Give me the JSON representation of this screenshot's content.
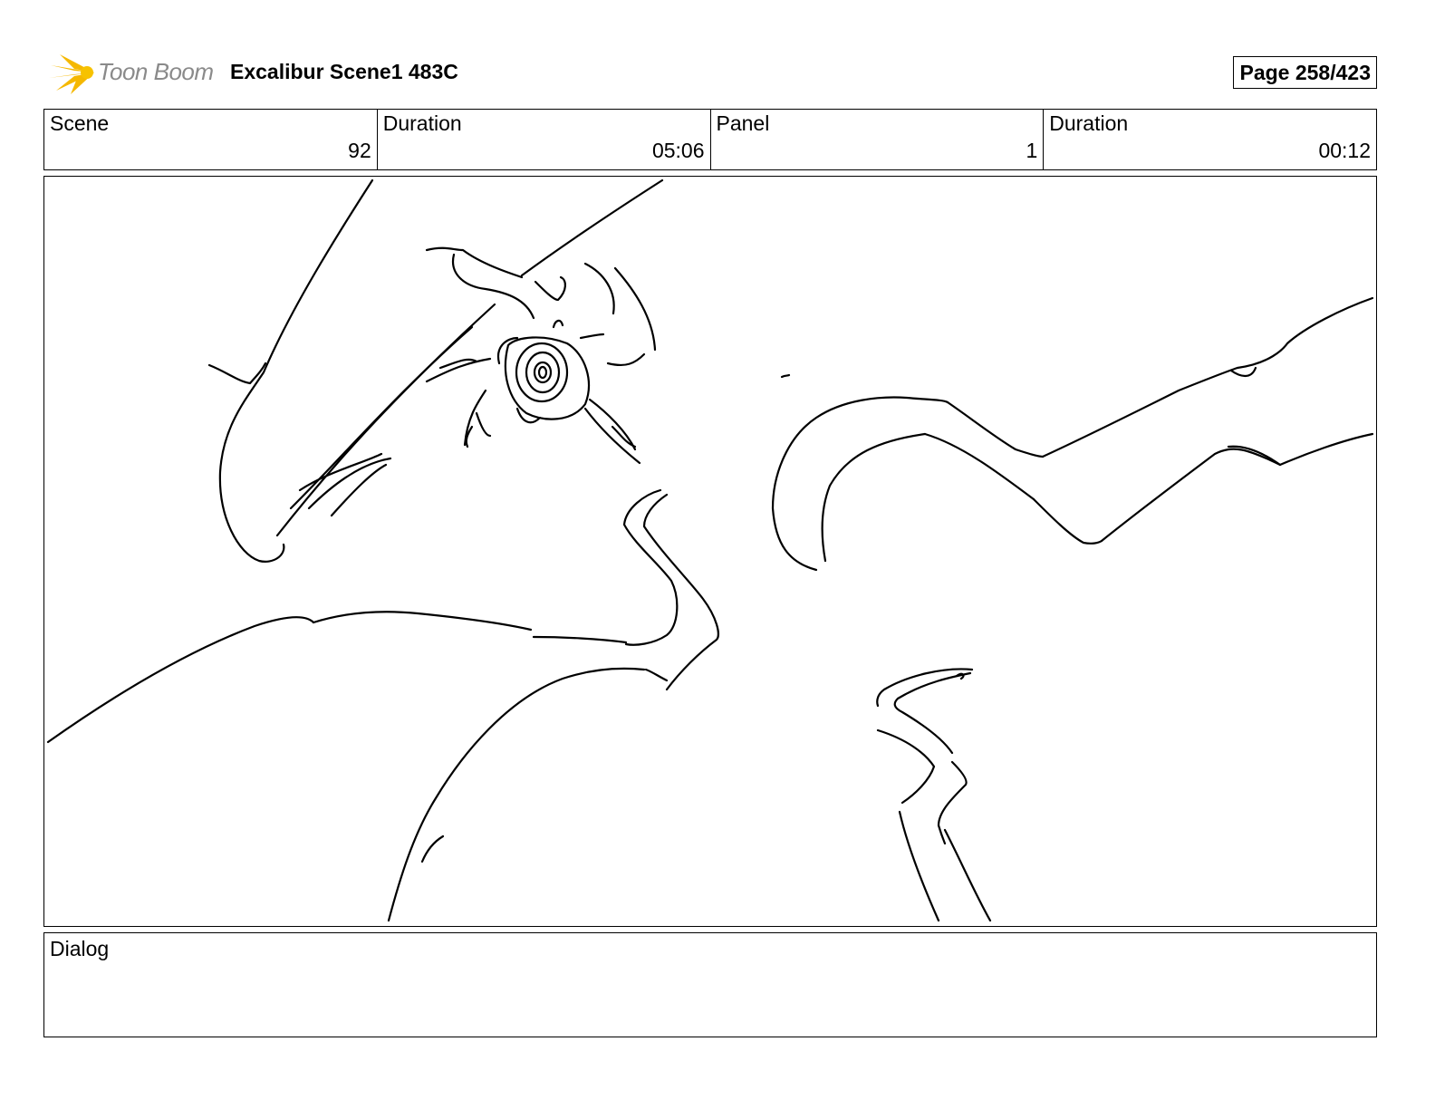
{
  "header": {
    "logo_text": "Toon Boom",
    "title": "Excalibur Scene1 483C",
    "page": "Page 258/423"
  },
  "info": [
    {
      "label": "Scene",
      "value": "92"
    },
    {
      "label": "Duration",
      "value": "05:06"
    },
    {
      "label": "Panel",
      "value": "1"
    },
    {
      "label": "Duration",
      "value": "00:12"
    }
  ],
  "dialog": {
    "label": "Dialog",
    "text": ""
  }
}
